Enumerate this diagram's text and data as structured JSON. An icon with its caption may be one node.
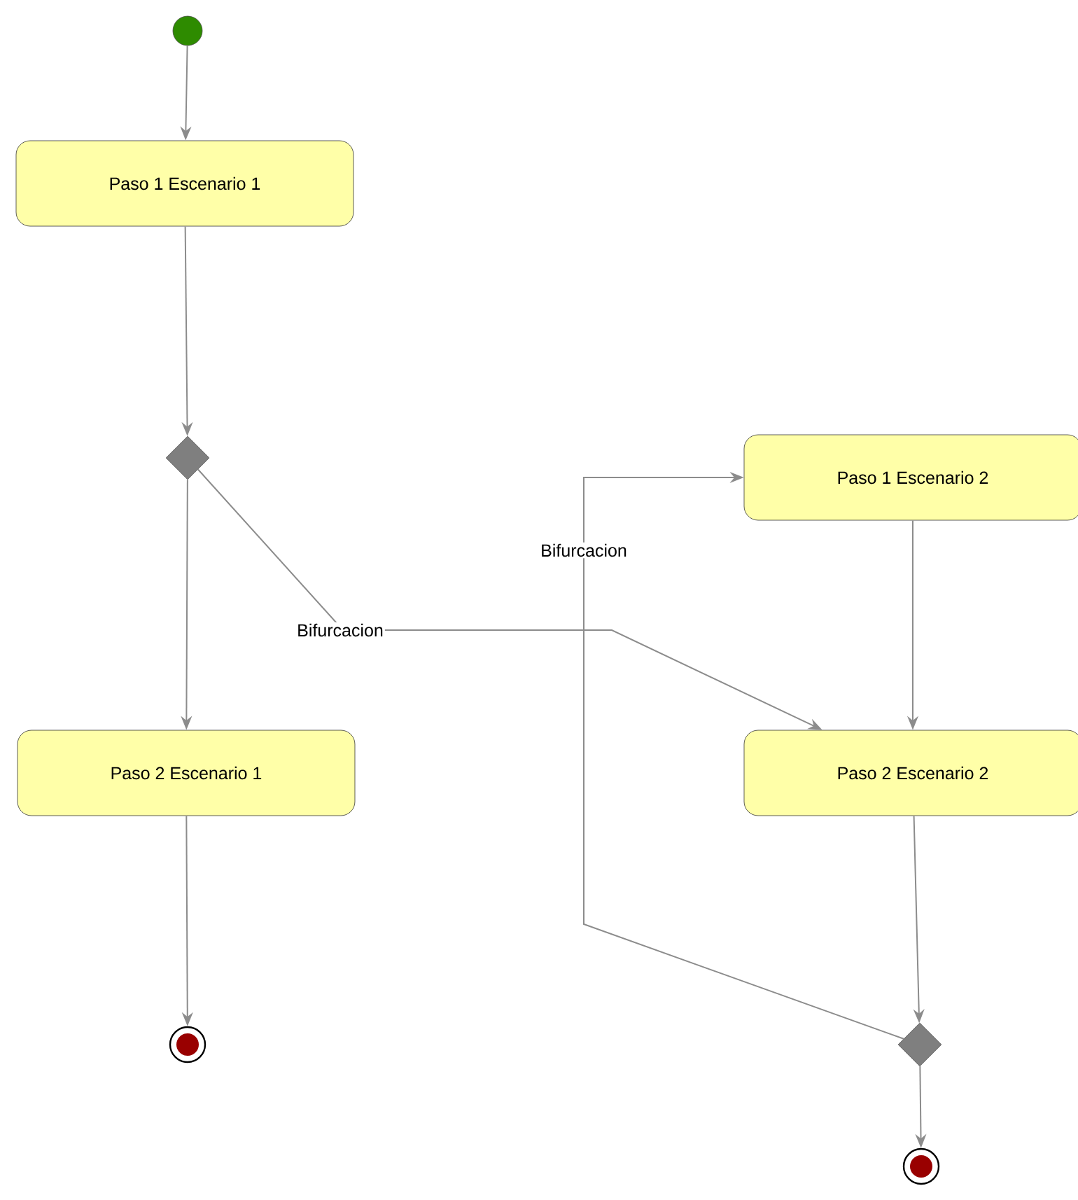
{
  "diagram": {
    "nodes": [
      {
        "text": [],
        "shape": "circle"
      },
      {
        "text": [
          "Paso 1 Escenario 1"
        ]
      },
      {
        "text": [],
        "shape": "diamond"
      },
      {
        "text": [
          "Paso 2 Escenario 1"
        ]
      },
      {
        "text": [],
        "shape": "bullseye"
      },
      {
        "text": [
          "Paso 1 Escenario 2"
        ]
      },
      {
        "text": [
          "Paso 2 Escenario 2"
        ]
      },
      {
        "text": [],
        "shape": "diamond"
      },
      {
        "text": [],
        "shape": "bullseye"
      }
    ],
    "edges": [
      {
        "from": 0,
        "to": 1,
        "arrow": "to"
      },
      {
        "from": 1,
        "to": 2,
        "arrow": "to"
      },
      {
        "from": 2,
        "to": 3,
        "arrow": "to"
      },
      {
        "from": 3,
        "to": 4,
        "arrow": "to"
      },
      {
        "from": 2,
        "to": 6,
        "arrow": "to",
        "label": "Bifurcacion"
      },
      {
        "from": 5,
        "to": 6,
        "arrow": "to"
      },
      {
        "from": 6,
        "to": 7,
        "arrow": "to"
      },
      {
        "from": 7,
        "to": 5,
        "arrow": "to",
        "label": "Bifurcacion"
      },
      {
        "from": 7,
        "to": 8,
        "arrow": "to"
      }
    ]
  }
}
